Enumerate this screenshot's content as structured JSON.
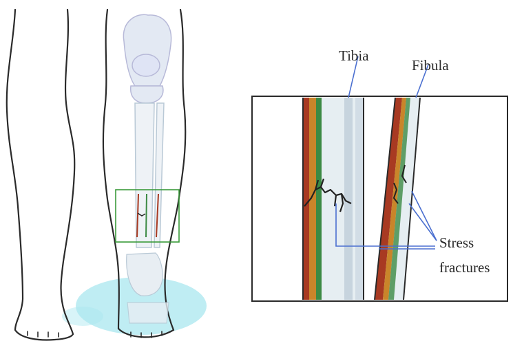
{
  "labels": {
    "tibia": "Tibia",
    "fibula": "Fibula",
    "stress_line1": "Stress",
    "stress_line2": "fractures"
  },
  "colors": {
    "outline": "#2a2a2a",
    "bone_fill": "#e6eef2",
    "bone_shadow": "#b9c9d6",
    "marrow_red": "#a83a22",
    "marrow_orange": "#c9852a",
    "marrow_green": "#3c8a44",
    "frame_green": "#3a9a3a",
    "shadow_cyan": "#a9e7ef",
    "pointer": "#4a6fd0",
    "crack": "#222222"
  },
  "icons": {
    "left_leg": "leg-outline-icon",
    "right_leg": "leg-with-bones-icon",
    "zoom_box": "zoom-region-icon",
    "magnified": "magnified-bones-icon"
  }
}
